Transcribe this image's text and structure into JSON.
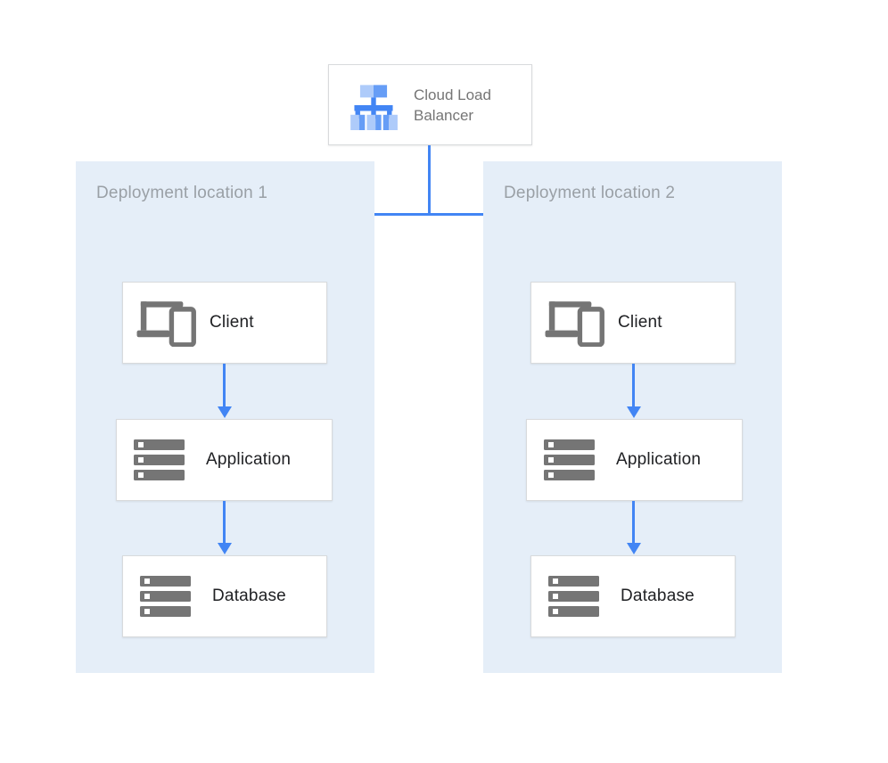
{
  "load_balancer": {
    "label": "Cloud Load Balancer"
  },
  "locations": [
    {
      "label": "Deployment location 1",
      "nodes": [
        {
          "label": "Client"
        },
        {
          "label": "Application"
        },
        {
          "label": "Database"
        }
      ]
    },
    {
      "label": "Deployment location 2",
      "nodes": [
        {
          "label": "Client"
        },
        {
          "label": "Application"
        },
        {
          "label": "Database"
        }
      ]
    }
  ],
  "icons": {
    "load_balancer": "cloud-load-balancer-icon",
    "client": "devices-icon",
    "application": "server-stack-icon",
    "database": "server-stack-icon"
  },
  "colors": {
    "panel_bg": "#E5EEF8",
    "connector_blue": "#4285F4",
    "box_border": "#D8DADC",
    "icon_gray": "#757575",
    "panel_label_gray": "#9AA0A6",
    "node_text": "#202124",
    "lb_text_gray": "#757575",
    "lb_icon_light": "#AECBFA",
    "lb_icon_medium": "#669DF6",
    "lb_icon_dark": "#4285F4"
  }
}
